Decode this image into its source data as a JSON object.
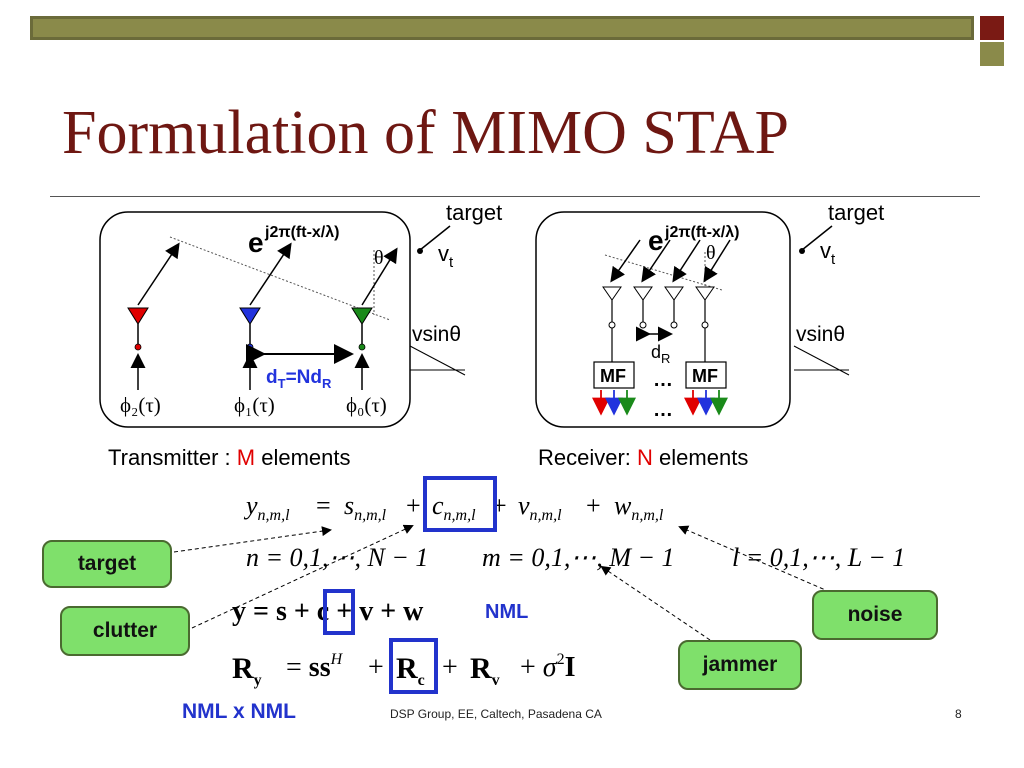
{
  "slide": {
    "title": "Formulation of MIMO STAP",
    "footer": "DSP Group, EE, Caltech, Pasadena CA",
    "page_number": "8",
    "bottom_label": "NML x NML"
  },
  "transmitter": {
    "phase_exp": "e",
    "phase_sup": "j2π(ft-x/λ)",
    "theta": "θ",
    "spacing_main": "d",
    "spacing_sub": "T",
    "spacing_mid": "=Nd",
    "spacing_sub2": "R",
    "phi2": "ϕ₂(τ)",
    "phi1": "ϕ₁(τ)",
    "phi0": "ϕ₀(τ)",
    "caption_prefix": "Transmitter : ",
    "caption_var": "M",
    "caption_suffix": " elements"
  },
  "receiver": {
    "phase_exp": "e",
    "phase_sup": "j2π(ft-x/λ)",
    "theta": "θ",
    "spacing_main": "d",
    "spacing_sub": "R",
    "mf_left": "MF",
    "mf_right": "MF",
    "ellipsis_top": "…",
    "ellipsis_bottom": "…",
    "caption_prefix": "Receiver: ",
    "caption_var": "N",
    "caption_suffix": " elements"
  },
  "target_marks": {
    "left_target": "target",
    "left_velocity": "v",
    "left_velocity_sub": "t",
    "left_vsin": "vsinθ",
    "right_target": "target",
    "right_velocity": "v",
    "right_velocity_sub": "t",
    "right_vsin": "vsinθ"
  },
  "equations": {
    "eq1": "y_{n,m,l} = s_{n,m,l} + c_{n,m,l} + v_{n,m,l} + w_{n,m,l}",
    "eq2_n": "n = 0,1,⋯, N − 1",
    "eq2_m": "m = 0,1,⋯, M − 1",
    "eq2_l": "l = 0,1,⋯, L − 1",
    "eq3": "y = s + c + v + w",
    "eq3_tag": "NML",
    "eq4": "R_y = ss^H + R_c + R_v + σ²I"
  },
  "callouts": {
    "target": "target",
    "clutter": "clutter",
    "noise": "noise",
    "jammer": "jammer"
  },
  "colors": {
    "title": "#6e1712",
    "highlight_box": "#2233cc",
    "callout_fill": "#7fe06b",
    "tx_red": "#e00000",
    "tx_blue": "#2233dd",
    "tx_green": "#1a8a1a"
  }
}
